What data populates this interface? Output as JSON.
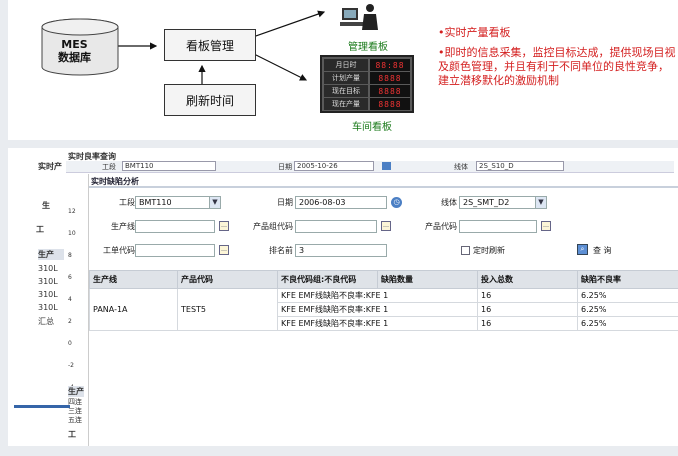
{
  "diagram": {
    "db_label_line1": "MES",
    "db_label_line2": "数据库",
    "kanban_mgmt": "看板管理",
    "refresh_time": "刷新时间",
    "manager_board_label": "管理看板",
    "workshop_board_label": "车间看板",
    "board_rows": [
      {
        "label": "月日时",
        "value": "88:88"
      },
      {
        "label": "计划产量",
        "value": "8888"
      },
      {
        "label": "现在目标",
        "value": "8888"
      },
      {
        "label": "现在产量",
        "value": "8888"
      }
    ],
    "bullets": [
      "•实时产量看板",
      "•即时的信息采集，监控目标达成，提供现场目视及颜色管理，并且有利于不同单位的良性竞争，建立潜移默化的激励机制"
    ]
  },
  "back_window": {
    "title": "实时良率查询",
    "side_label1": "实时产",
    "factory_label": "工段",
    "factory_value": "BMT110",
    "date_label": "日期",
    "date_value": "2005-10-26",
    "line_label": "线体",
    "line_value": "2S_S10_D",
    "side_items": [
      "生",
      "工",
      "生产",
      "310L",
      "310L",
      "310L",
      "310L",
      "汇总"
    ],
    "yticks": [
      "12",
      "10",
      "8",
      "6",
      "4",
      "2",
      "0",
      "-2",
      "-4"
    ],
    "bottom_labels": [
      "生产",
      "四连",
      "三连",
      "五连",
      "工"
    ]
  },
  "form": {
    "title": "实时缺陷分析",
    "factory_label": "工段",
    "factory_value": "BMT110",
    "date_label": "日期",
    "date_value": "2006-08-03",
    "line_label": "线体",
    "line_value": "2S_SMT_D2",
    "prodline_label": "生产线",
    "prodline_value": "",
    "prodcode_label": "产品组代码",
    "prodcode_value": "",
    "product_label": "产品代码",
    "product_value": "",
    "worker_label": "工单代码",
    "worker_value": "",
    "rank_label": "排名前",
    "rank_value": "3",
    "refresh_label": "定时刷新",
    "query_label": "查 询"
  },
  "table": {
    "headers": [
      "生产线",
      "产品代码",
      "不良代码组:不良代码",
      "缺陷数量",
      "投入总数",
      "缺陷不良率"
    ],
    "group": {
      "line": "PANA-1A",
      "product": "TEST5"
    },
    "rows": [
      [
        "KFE EMF线缺陷不良率:KFE",
        "1",
        "16",
        "6.25%"
      ],
      [
        "KFE EMF线缺陷不良率:KFE",
        "1",
        "16",
        "6.25%"
      ],
      [
        "KFE EMF线缺陷不良率:KFE",
        "1",
        "16",
        "6.25%"
      ]
    ]
  }
}
